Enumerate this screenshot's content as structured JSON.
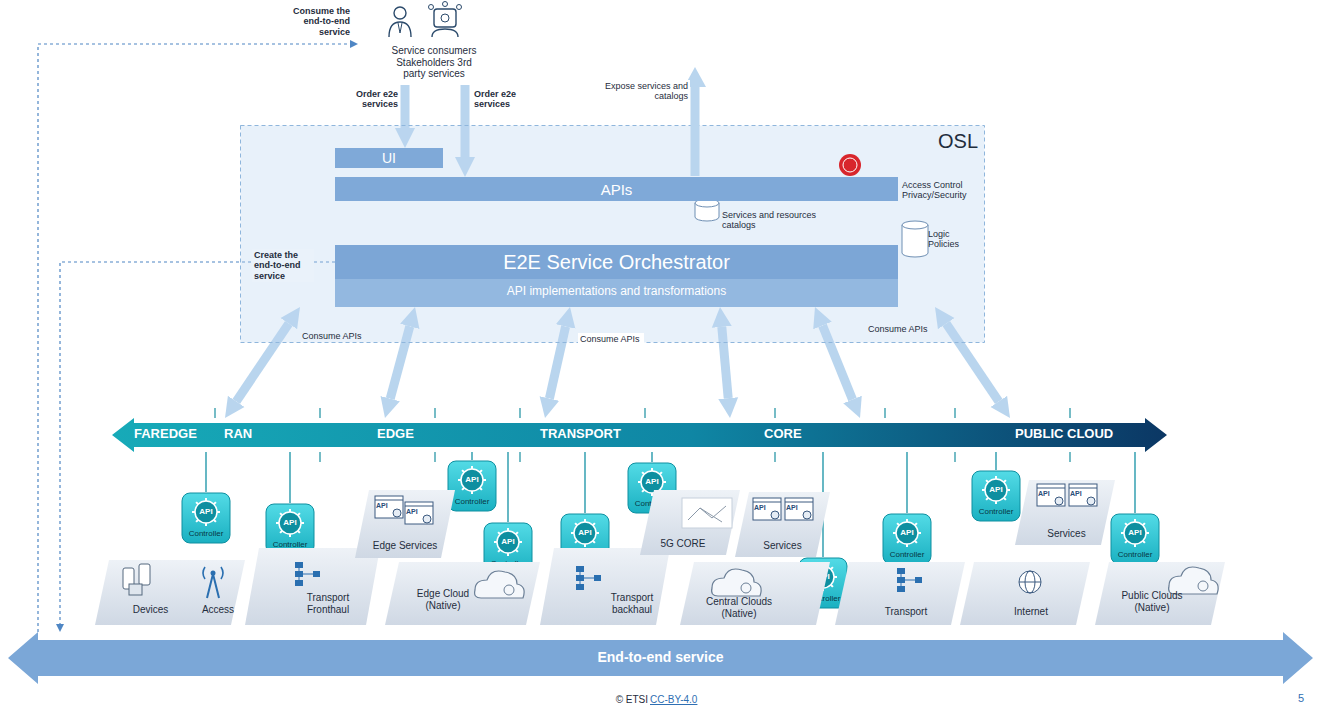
{
  "diagram": {
    "nodes": [
      {
        "text": [
          "Service consumers Stakeholders 3rd party services"
        ]
      },
      {
        "text": [
          "OSL"
        ]
      },
      {
        "text": [
          "UI"
        ],
        "in": 1
      },
      {
        "text": [
          "APIs"
        ],
        "in": 1
      },
      {
        "text": [
          "E2E Service Orchestrator",
          "API implementations and transformations"
        ],
        "in": 1
      },
      {
        "text": [
          "FAREDGE",
          "RAN",
          "EDGE",
          "TRANSPORT",
          "CORE",
          "PUBLIC CLOUD"
        ]
      },
      {
        "text": [
          "API",
          "Controller"
        ]
      },
      {
        "text": [
          "API",
          "Controller"
        ]
      },
      {
        "text": [
          "API",
          "Controller"
        ]
      },
      {
        "text": [
          "API",
          "Controller"
        ]
      },
      {
        "text": [
          "API",
          "Controller"
        ]
      },
      {
        "text": [
          "API",
          "Controller"
        ]
      },
      {
        "text": [
          "API",
          "Controller"
        ]
      },
      {
        "text": [
          "API",
          "Controller"
        ]
      },
      {
        "text": [
          "API",
          "Controller"
        ]
      },
      {
        "text": [
          "API",
          "Controller"
        ]
      },
      {
        "text": [
          "Devices",
          "Access"
        ]
      },
      {
        "text": [
          "Transport Fronthaul"
        ]
      },
      {
        "text": [
          "Edge Services"
        ]
      },
      {
        "text": [
          "Edge Cloud (Native)"
        ]
      },
      {
        "text": [
          "Transport backhaul"
        ]
      },
      {
        "text": [
          "5G CORE"
        ]
      },
      {
        "text": [
          "Services"
        ]
      },
      {
        "text": [
          "Central Clouds (Native)"
        ]
      },
      {
        "text": [
          "Transport"
        ]
      },
      {
        "text": [
          "Internet"
        ]
      },
      {
        "text": [
          "Services"
        ]
      },
      {
        "text": [
          "Public Clouds (Native)"
        ]
      },
      {
        "text": [
          "End-to-end service"
        ]
      }
    ],
    "edges": [
      {
        "from": 0,
        "to": 2,
        "arrow": "to",
        "label": "Order e2e services"
      },
      {
        "from": 0,
        "to": 3,
        "arrow": "to",
        "label": "Order e2e services"
      },
      {
        "from": 4,
        "to": 5,
        "arrow": "both",
        "label": "Consume APIs"
      },
      {
        "from": 4,
        "to": 5,
        "arrow": "both"
      },
      {
        "from": 4,
        "to": 5,
        "arrow": "both",
        "label": "Consume APIs"
      },
      {
        "from": 4,
        "to": 5,
        "arrow": "both"
      },
      {
        "from": 4,
        "to": 5,
        "arrow": "both"
      },
      {
        "from": 4,
        "to": 5,
        "arrow": "both",
        "label": "Consume APIs"
      },
      {
        "from": 5,
        "to": 6,
        "arrow": "none"
      },
      {
        "from": 5,
        "to": 7,
        "arrow": "none"
      },
      {
        "from": 5,
        "to": 8,
        "arrow": "none"
      },
      {
        "from": 5,
        "to": 9,
        "arrow": "none"
      },
      {
        "from": 5,
        "to": 10,
        "arrow": "none"
      },
      {
        "from": 5,
        "to": 11,
        "arrow": "none"
      },
      {
        "from": 5,
        "to": 12,
        "arrow": "none"
      },
      {
        "from": 5,
        "to": 13,
        "arrow": "none"
      },
      {
        "from": 5,
        "to": 14,
        "arrow": "none"
      },
      {
        "from": 5,
        "to": 15,
        "arrow": "none"
      },
      {
        "from": 4,
        "to": 28,
        "arrow": "to",
        "label": "Create the end-to-end service"
      },
      {
        "from": 28,
        "to": 0,
        "arrow": "to",
        "label": "Consume the end-to-end service"
      }
    ],
    "labels": [
      "Expose services and catalogs",
      "Services and resources catalogs",
      "Logic Policies",
      "Access Control Privacy/Security",
      "API",
      "API",
      "API",
      "API",
      "API",
      "API",
      "© ETSI",
      "CC-BY-4.0",
      "5"
    ]
  }
}
